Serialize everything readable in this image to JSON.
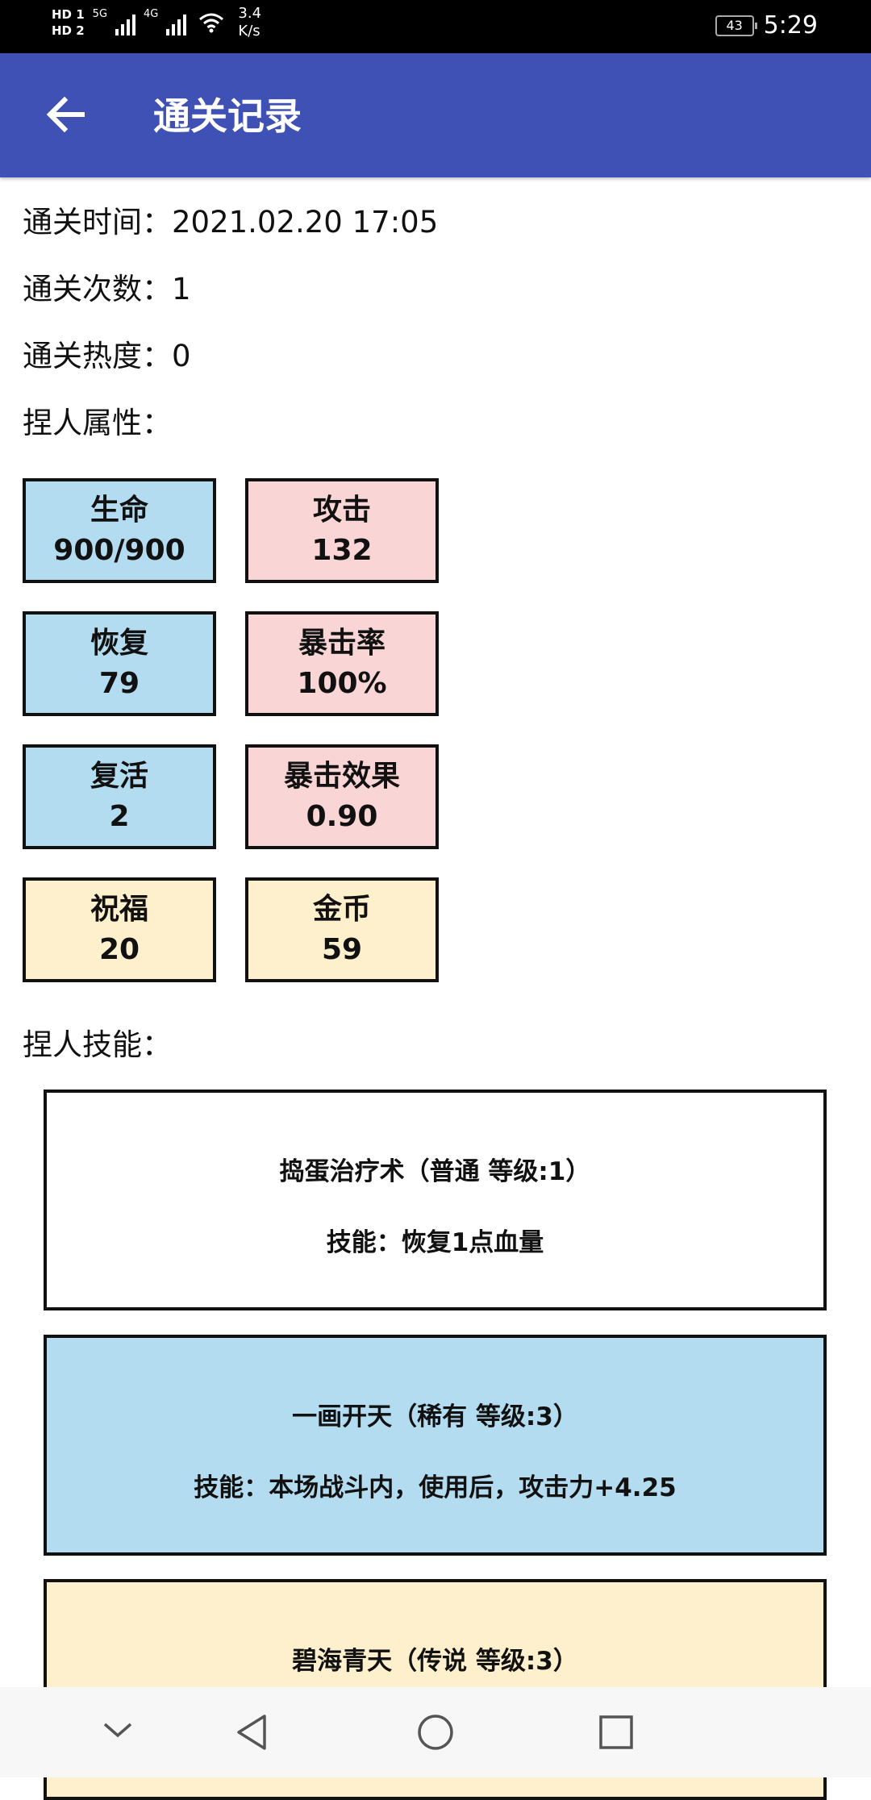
{
  "status_bar": {
    "hd1": "HD 1",
    "hd2": "HD 2",
    "net1": "5G",
    "net2": "4G",
    "speed_value": "3.4",
    "speed_unit": "K/s",
    "battery": "43",
    "time": "5:29"
  },
  "app_bar": {
    "title": "通关记录",
    "back_icon": "arrow-left-icon"
  },
  "info": [
    {
      "label": "通关时间：",
      "value": "2021.02.20 17:05"
    },
    {
      "label": "通关次数：",
      "value": "1"
    },
    {
      "label": "通关热度：",
      "value": "0"
    }
  ],
  "attributes_heading": "捏人属性：",
  "attributes": [
    {
      "name": "生命",
      "value": "900/900",
      "color": "#b3dcf0"
    },
    {
      "name": "攻击",
      "value": "132",
      "color": "#f9d6d5"
    },
    {
      "name": "恢复",
      "value": "79",
      "color": "#b3dcf0"
    },
    {
      "name": "暴击率",
      "value": "100%",
      "color": "#f9d6d5"
    },
    {
      "name": "复活",
      "value": "2",
      "color": "#b3dcf0"
    },
    {
      "name": "暴击效果",
      "value": "0.90",
      "color": "#f9d6d5"
    },
    {
      "name": "祝福",
      "value": "20",
      "color": "#fef0cc"
    },
    {
      "name": "金币",
      "value": "59",
      "color": "#fef0cc"
    }
  ],
  "skills_heading": "捏人技能：",
  "skills": [
    {
      "title": "捣蛋治疗术（普通 等级:1）",
      "desc": "技能：恢复1点血量",
      "color": "#ffffff"
    },
    {
      "title": "一画开天（稀有 等级:3）",
      "desc": "技能：本场战斗内，使用后，攻击力+4.25",
      "color": "#b3dcf0"
    },
    {
      "title": "碧海青天（传说 等级:3）",
      "desc": "",
      "color": "#fef0cc"
    }
  ],
  "nav_bar": {
    "icons": [
      "chevron-down-icon",
      "back-triangle-icon",
      "home-circle-icon",
      "recents-square-icon"
    ]
  }
}
